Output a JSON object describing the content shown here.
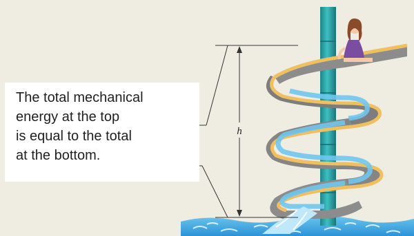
{
  "callout": {
    "lines": [
      "The total mechanical",
      "energy at the top",
      "is equal to the total",
      "at the bottom."
    ]
  },
  "dimension": {
    "label": "h"
  },
  "colors": {
    "background": "#efece2",
    "pole": "#2aa3a6",
    "slide_rim": "#f0c060",
    "slide_body": "#8c8c8c",
    "water": "#4fb6e2",
    "pool": "#3aa8e0"
  },
  "icons": [
    "girl-figure",
    "water-slide",
    "pool-water",
    "slide-pole"
  ]
}
